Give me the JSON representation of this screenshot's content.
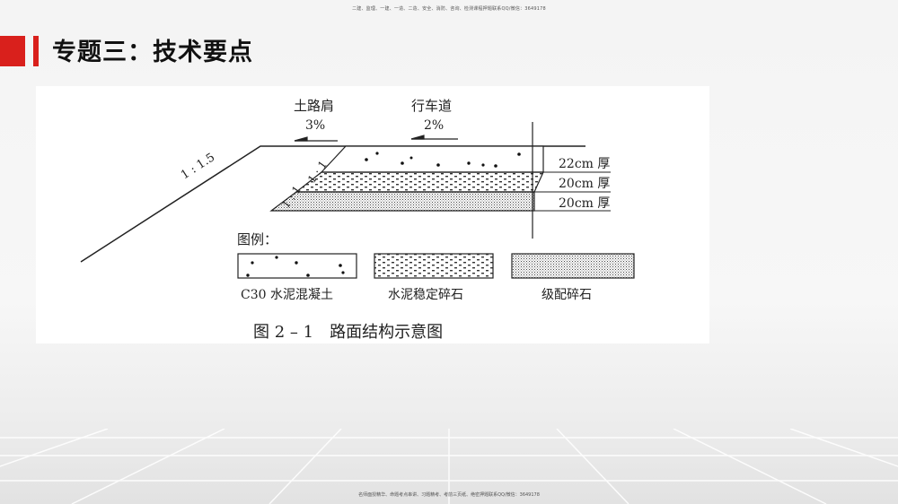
{
  "header_note": "二建、监理、一建、一造、二造、安全、消防、咨询、检测课程押题联系QQ/微信：3649178",
  "footer_note": "名师面授精华、命题考点串讲、习题精考、考前三页纸、绝密押题联系QQ/微信：3649178",
  "slide_title": "专题三：技术要点",
  "diagram": {
    "slope_ratio": "1 : 1.5",
    "step_ratio_1": "1 : 1",
    "step_ratio_2": "1 : 1",
    "shoulder_label": "土路肩",
    "shoulder_grade": "3%",
    "carriageway_label": "行车道",
    "carriageway_grade": "2%",
    "layers": [
      {
        "thickness_label": "22cm 厚",
        "material": "C30 水泥混凝土",
        "pattern": "sparse-dots"
      },
      {
        "thickness_label": "20cm 厚",
        "material": "水泥稳定碎石",
        "pattern": "dense-dashes"
      },
      {
        "thickness_label": "20cm 厚",
        "material": "级配碎石",
        "pattern": "fine-stipple"
      }
    ],
    "legend_title": "图例：",
    "caption": "图 2 – 1　路面结构示意图"
  },
  "colors": {
    "accent": "#d9201c",
    "line": "#222222"
  }
}
